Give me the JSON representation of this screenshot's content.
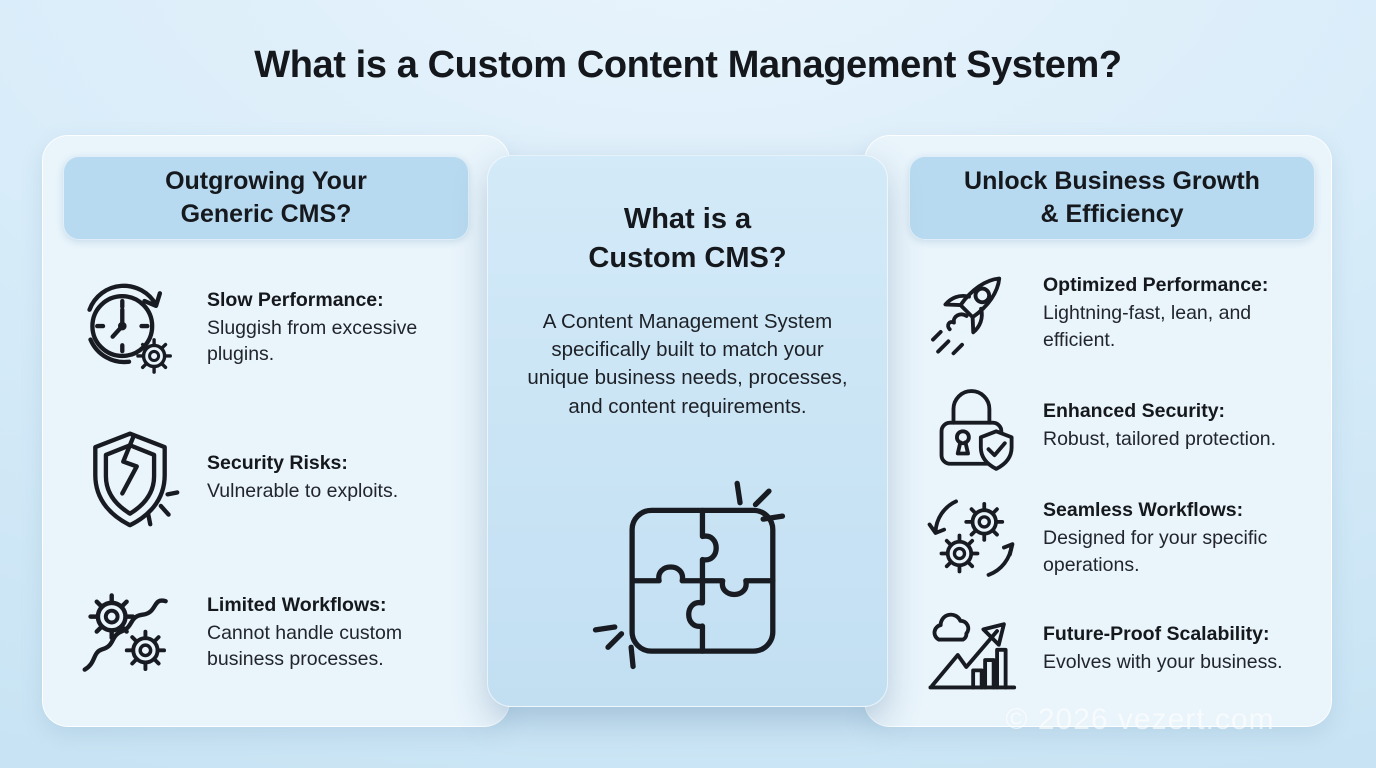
{
  "page": {
    "title": "What is a Custom Content Management System?",
    "watermark": "© 2026 vezert.com"
  },
  "colors": {
    "background_top": "#e9f4fc",
    "background_bottom": "#c5e2f3",
    "side_card": "#e9f4fb",
    "center_card_top": "#d3eaf8",
    "center_card_bottom": "#c2dff2",
    "header_pill": "#b8daf0",
    "text_dark": "#15181c",
    "icon_stroke": "#181c22",
    "watermark_white": "#ffffff"
  },
  "left_card": {
    "header_lines": [
      "Outgrowing Your",
      "Generic CMS?"
    ],
    "items": [
      {
        "icon": "slow-clock-gear-icon",
        "heading": "Slow Performance:",
        "body": "Sluggish from excessive plugins."
      },
      {
        "icon": "broken-shield-icon",
        "heading": "Security Risks:",
        "body": "Vulnerable to exploits."
      },
      {
        "icon": "tangled-gears-icon",
        "heading": "Limited Workflows:",
        "body": "Cannot handle custom business processes."
      }
    ]
  },
  "center_card": {
    "title_lines": [
      "What is a",
      "Custom CMS?"
    ],
    "description": "A Content Management System specifically built to match your unique business needs, processes, and content requirements.",
    "icon": "puzzle-icon"
  },
  "right_card": {
    "header_lines": [
      "Unlock Business Growth",
      "& Efficiency"
    ],
    "items": [
      {
        "icon": "rocket-icon",
        "heading": "Optimized Performance:",
        "body": "Lightning-fast, lean, and efficient."
      },
      {
        "icon": "lock-shield-icon",
        "heading": "Enhanced Security:",
        "body": "Robust, tailored protection."
      },
      {
        "icon": "sync-gears-icon",
        "heading": "Seamless Workflows:",
        "body": "Designed for your specific operations."
      },
      {
        "icon": "growth-chart-icon",
        "heading": "Future-Proof Scalability:",
        "body": "Evolves with your business."
      }
    ]
  }
}
